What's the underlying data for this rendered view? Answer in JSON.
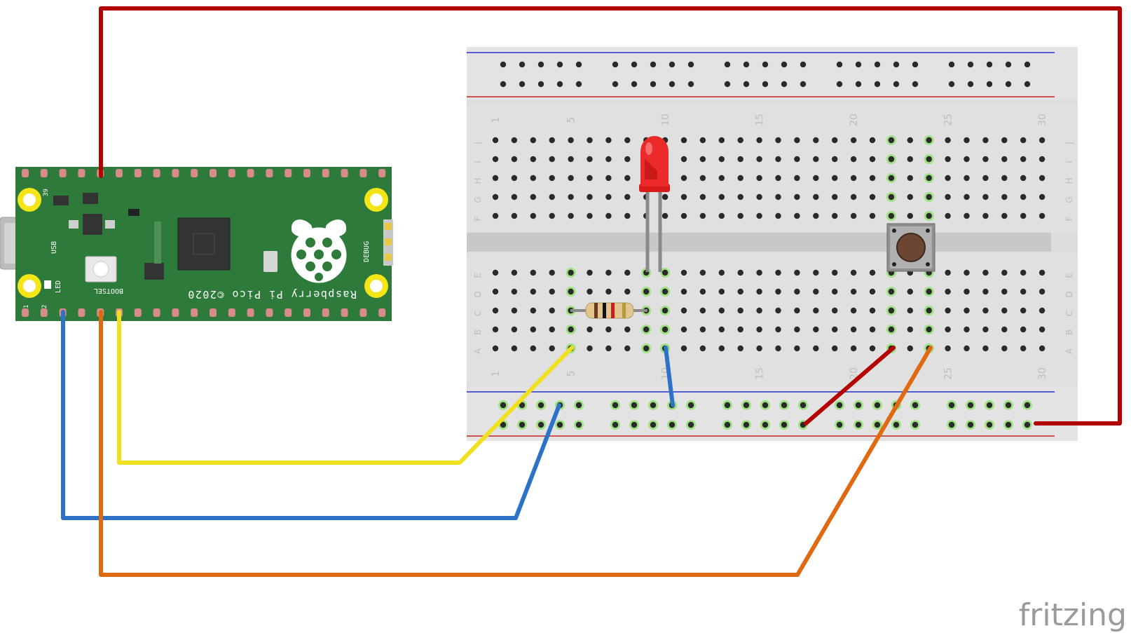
{
  "breadboard": {
    "column_labels": [
      "1",
      "5",
      "10",
      "15",
      "20",
      "25",
      "30"
    ],
    "row_labels_top": [
      "J",
      "I",
      "H",
      "G",
      "F"
    ],
    "row_labels_bottom": [
      "E",
      "D",
      "C",
      "B",
      "A"
    ]
  },
  "pico": {
    "board_text": "Raspberry Pi Pico ©2020",
    "label_usb": "USB",
    "label_debug": "DEBUG",
    "label_bootsel": "BOOTSEL",
    "label_led": "LED",
    "pin_1": "1",
    "pin_2": "2",
    "pin_39": "39"
  },
  "components": {
    "led": {
      "color": "red"
    },
    "resistor": {
      "bands": [
        "brown",
        "black",
        "red",
        "gold"
      ]
    },
    "button": {
      "type": "tactile push button"
    }
  },
  "wires": [
    {
      "name": "red-power-wire",
      "color": "#b30000"
    },
    {
      "name": "yellow-gpio-wire",
      "color": "#f0e020"
    },
    {
      "name": "blue-ground-wire",
      "color": "#2e72c8"
    },
    {
      "name": "orange-input-wire",
      "color": "#e06a12"
    }
  ],
  "branding": {
    "logo_text": "fritzing"
  }
}
